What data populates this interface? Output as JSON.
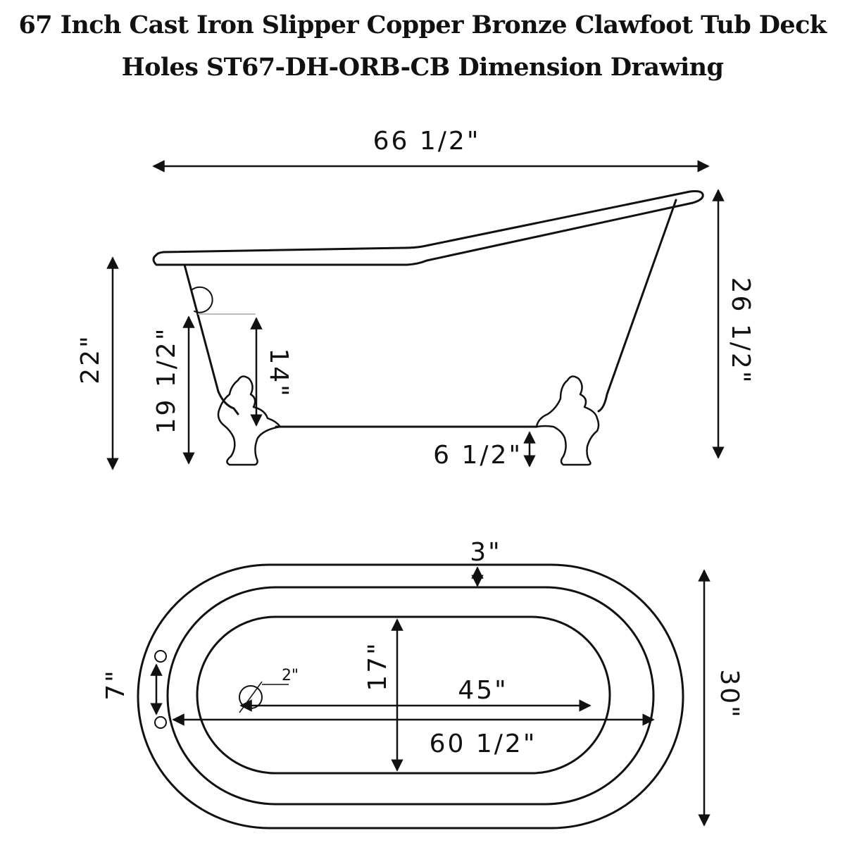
{
  "title": {
    "line1": "67 Inch Cast Iron Slipper Copper Bronze Clawfoot Tub Deck",
    "line2": "Holes ST67-DH-ORB-CB Dimension Drawing"
  },
  "side_view": {
    "overall_length": "66 1/2\"",
    "back_height": "26 1/2\"",
    "rim_height": "22\"",
    "overflow_height": "19 1/2\"",
    "tub_depth": "14\"",
    "clearance": "6 1/2\""
  },
  "top_view": {
    "rim_width": "3\"",
    "deck_hole_spacing": "7\"",
    "drain_diameter": "2\"",
    "inner_width": "17\"",
    "bottom_length": "45\"",
    "inner_length": "60 1/2\"",
    "overall_width": "30\""
  },
  "colors": {
    "line": "#111111",
    "guide": "#bbbbbb",
    "background": "#ffffff"
  }
}
